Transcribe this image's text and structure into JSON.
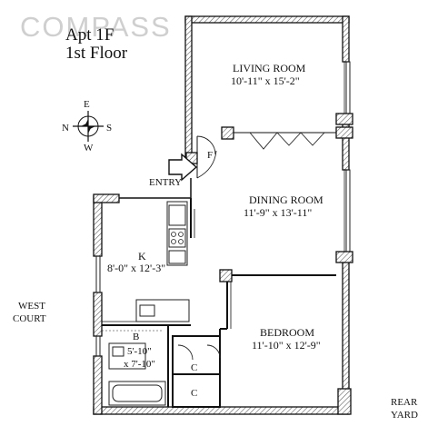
{
  "watermark": "COMPASS",
  "header": {
    "unit": "Apt 1F",
    "floor": "1st Floor"
  },
  "compass": {
    "n": "N",
    "e": "E",
    "s": "S",
    "w": "W"
  },
  "rooms": {
    "living": {
      "name": "LIVING ROOM",
      "dims": "10'-11\" x 15'-2\""
    },
    "dining": {
      "name": "DINING ROOM",
      "dims": "11'-9\" x 13'-11\""
    },
    "kitchen": {
      "name": "K",
      "dims": "8'-0\" x 12'-3\""
    },
    "bedroom": {
      "name": "BEDROOM",
      "dims": "11'-10\" x 12'-9\""
    },
    "bath": {
      "name": "B",
      "dims_line1": "5'-10\"",
      "dims_line2": "x 7'-10\""
    }
  },
  "closets": {
    "foyer": "F",
    "closet1": "C",
    "closet2": "C"
  },
  "entry": "ENTRY",
  "exterior": {
    "west_line1": "WEST",
    "west_line2": "COURT",
    "rear_line1": "REAR",
    "rear_line2": "YARD"
  }
}
